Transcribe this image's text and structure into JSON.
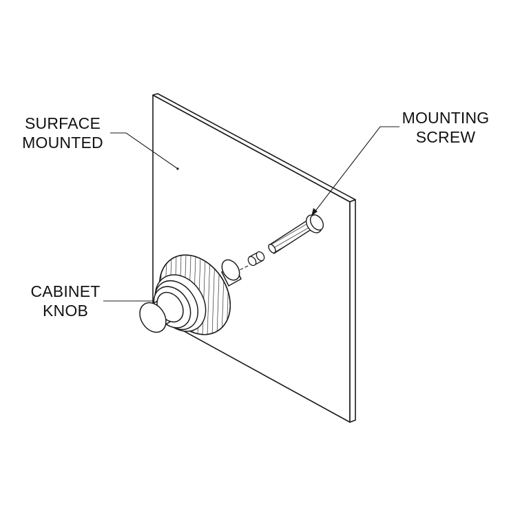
{
  "labels": {
    "surface_mounted": {
      "line1": "SURFACE",
      "line2": "MOUNTED"
    },
    "mounting_screw": {
      "line1": "MOUNTING",
      "line2": "SCREW"
    },
    "cabinet_knob": {
      "line1": "CABINET",
      "line2": "KNOB"
    }
  },
  "colors": {
    "stroke": "#1a1a1a",
    "background": "#ffffff"
  }
}
